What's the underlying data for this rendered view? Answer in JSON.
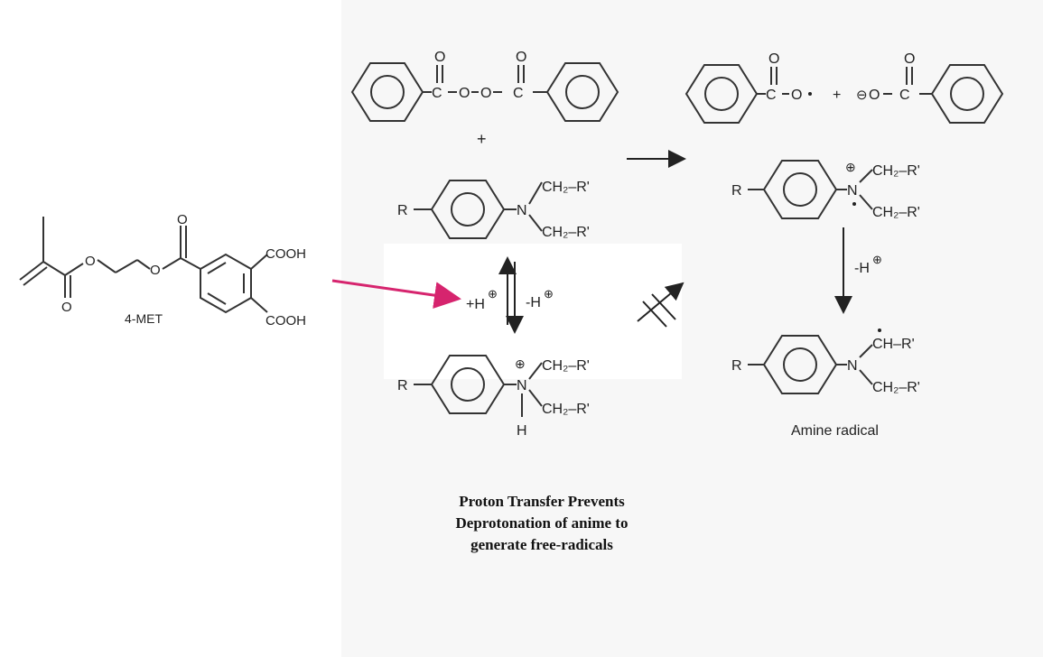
{
  "labels": {
    "met_name": "4-MET",
    "cooh_top": "COOH",
    "cooh_bottom": "COOH",
    "plus_bpo": "+",
    "plus_products": "+",
    "minus_h": "-H",
    "minus_h_right": "-H",
    "plus_h": "+H",
    "amine_radical": "Amine radical",
    "r": "R",
    "n": "N",
    "h": "H",
    "ch2_r": "CH₂–R'",
    "ch_r": "CH–R'",
    "o": "O",
    "c": "C"
  },
  "caption": {
    "line1": "Proton Transfer Prevents",
    "line2": "Deprotonation of anime to",
    "line3": "generate free-radicals"
  },
  "colors": {
    "ink": "#222222",
    "arrow_magenta": "#d6246e",
    "panel": "#f7f7f7"
  }
}
